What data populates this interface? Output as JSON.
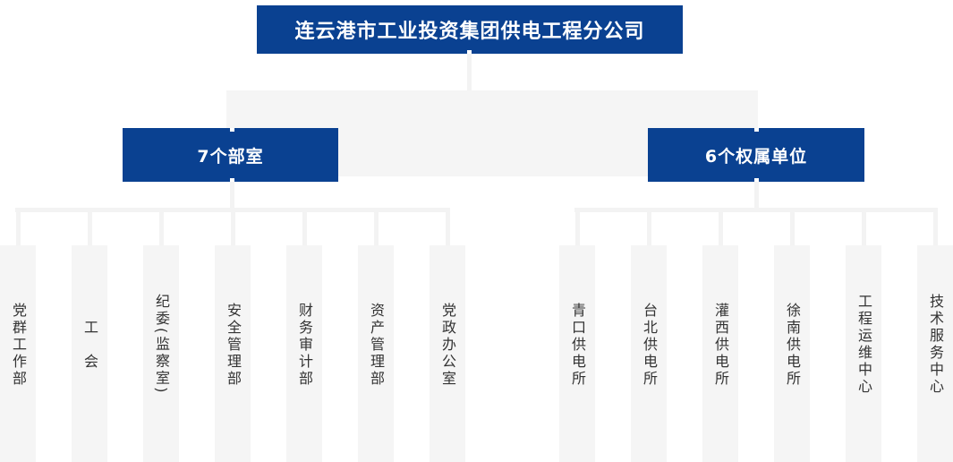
{
  "org_chart": {
    "root": {
      "label": "连云港市工业投资集团供电工程分公司"
    },
    "groups": [
      {
        "id": "departments",
        "label": "7个部室",
        "children": [
          {
            "label": "党群工作部"
          },
          {
            "label": "工　会"
          },
          {
            "label": "纪委(监察室)"
          },
          {
            "label": "安全管理部"
          },
          {
            "label": "财务审计部"
          },
          {
            "label": "资产管理部"
          },
          {
            "label": "党政办公室"
          }
        ]
      },
      {
        "id": "subsidiaries",
        "label": "6个权属单位",
        "children": [
          {
            "label": "青口供电所"
          },
          {
            "label": "台北供电所"
          },
          {
            "label": "灌西供电所"
          },
          {
            "label": "徐南供电所"
          },
          {
            "label": "工程运维中心"
          },
          {
            "label": "技术服务中心"
          }
        ]
      }
    ],
    "colors": {
      "node_blue": "#0a4191",
      "node_text": "#ffffff",
      "connector": "#f3f3f3",
      "column_bg": "#f5f5f5",
      "column_text": "#333333"
    }
  }
}
